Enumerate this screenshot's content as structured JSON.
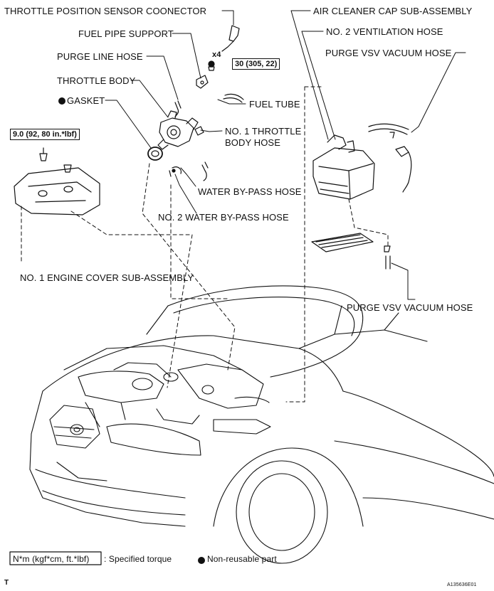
{
  "labels": {
    "throttle_sensor": "THROTTLE POSITION SENSOR COONECTOR",
    "fuel_pipe_support": "FUEL PIPE SUPPORT",
    "purge_line_hose": "PURGE LINE HOSE",
    "throttle_body": "THROTTLE BODY",
    "gasket": "GASKET",
    "fuel_tube": "FUEL TUBE",
    "throttle_body_hose_1": "NO. 1 THROTTLE",
    "throttle_body_hose_2": "BODY HOSE",
    "water_bypass": "WATER BY-PASS HOSE",
    "water_bypass_2": "NO. 2 WATER BY-PASS HOSE",
    "engine_cover": "NO. 1 ENGINE COVER SUB-ASSEMBLY",
    "air_cleaner_cap": "AIR CLEANER CAP SUB-ASSEMBLY",
    "ventilation_hose": "NO. 2 VENTILATION HOSE",
    "purge_vsv_top": "PURGE VSV VACUUM HOSE",
    "purge_vsv_bottom": "PURGE VSV VACUUM HOSE",
    "multiplier": "x4"
  },
  "torques": {
    "throttle_bolts": "30 (305, 22)",
    "cover_nuts": "9.0 (92, 80 in.*lbf)"
  },
  "legend": {
    "torque_key": "N*m (kgf*cm, ft.*lbf)",
    "torque_desc": ": Specified torque",
    "nonreusable": "Non-reusable part"
  },
  "footer": {
    "code": "A135636E01",
    "corner": "T"
  },
  "icons": {
    "nonreusable_marker": "filled-circle-icon",
    "torque_marker": "torque-frame-icon"
  }
}
